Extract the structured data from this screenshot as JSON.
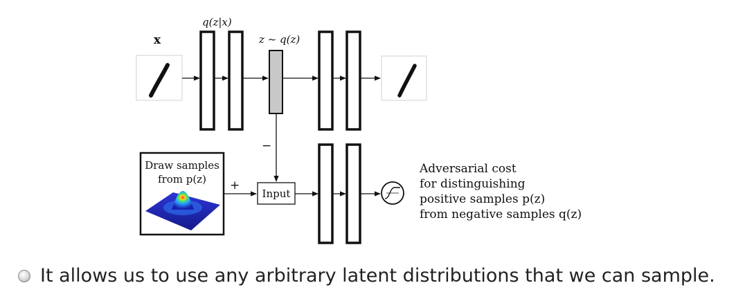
{
  "diagram": {
    "input_label": "x",
    "encoder_label": "q(z|x)",
    "latent_label": "z ~ q(z)",
    "prior_box": {
      "line1": "Draw samples",
      "line2": "from p(z)"
    },
    "minus_sign": "−",
    "plus_sign": "+",
    "input_node": "Input",
    "cost_text": [
      "Adversarial cost",
      "for distinguishing",
      "positive samples p(z)",
      "from negative samples q(z)"
    ]
  },
  "bullet": {
    "text": "It allows us to use any arbitrary latent distributions that we can sample."
  }
}
